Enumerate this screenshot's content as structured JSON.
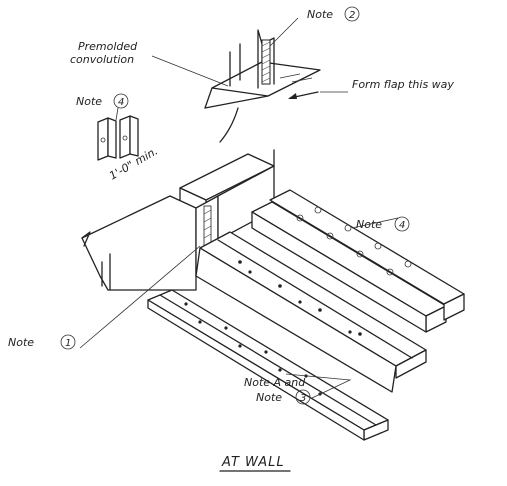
{
  "labels": {
    "premolded": "Premolded",
    "convolution": "convolution",
    "note2_text": "Note",
    "note2_num": "2",
    "form_flap": "Form flap this way",
    "note4_top_text": "Note",
    "note4_top_num": "4",
    "min_dim": "1'-0\" min.",
    "note4_right_text": "Note",
    "note4_right_num": "4",
    "note1_text": "Note",
    "note1_num": "1",
    "noteA_text": "Note A and",
    "note3_text": "Note",
    "note3_num": "3",
    "title": "AT WALL"
  }
}
